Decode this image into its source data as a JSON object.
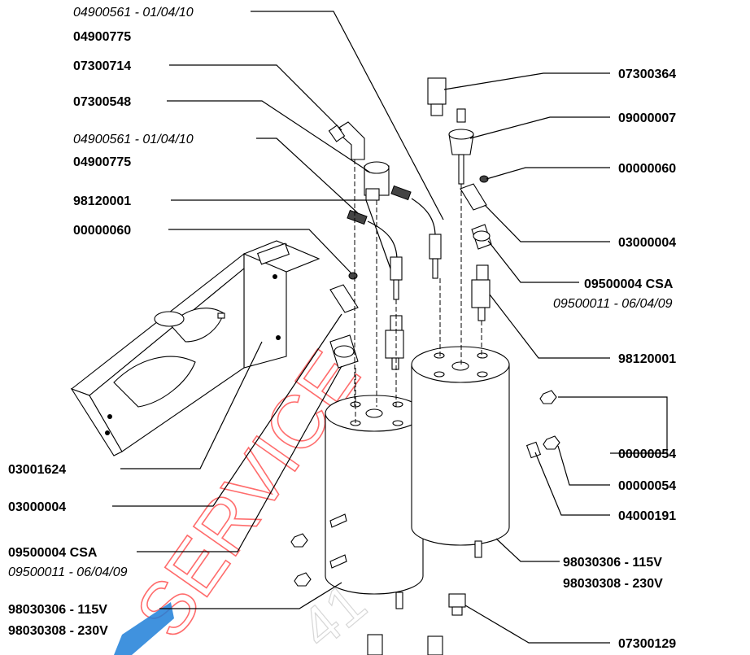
{
  "labels": {
    "l01": "04900561 - 01/04/10",
    "l02": "04900775",
    "l03": "07300714",
    "l04": "07300548",
    "l05": "04900561 - 01/04/10",
    "l06": "04900775",
    "l07": "98120001",
    "l08": "00000060",
    "l09": "07300364",
    "l10": "09000007",
    "l11": "00000060",
    "l12": "03000004",
    "l13": "09500004 CSA",
    "l14": "09500011 - 06/04/09",
    "l15": "98120001",
    "l16": "00000054",
    "l17": "00000054",
    "l18": "04000191",
    "l19": "98030306 - 115V",
    "l20": "98030308 - 230V",
    "l21": "07300129",
    "l22": "03001624",
    "l23": "03000004",
    "l24": "09500004 CSA",
    "l25": "09500011 - 06/04/09",
    "l26": "98030306 - 115V",
    "l27": "98030308 - 230V"
  },
  "watermark": {
    "text": "SERVICE"
  },
  "colors": {
    "line": "#000000",
    "watermark": "#ff3b3b",
    "logo_blue": "#1e7fd8"
  }
}
